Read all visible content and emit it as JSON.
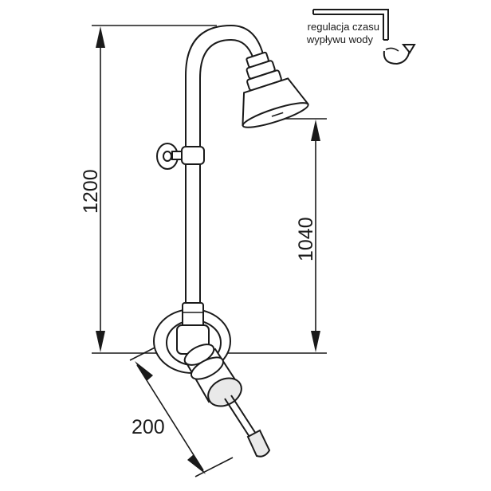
{
  "dimensions": {
    "total_height": "1200",
    "head_height": "1040",
    "lever_length": "200"
  },
  "annotation": {
    "line1": "regulacja czasu",
    "line2": "wypływu wody"
  },
  "colors": {
    "stroke": "#1a1a1a",
    "background": "#ffffff"
  }
}
